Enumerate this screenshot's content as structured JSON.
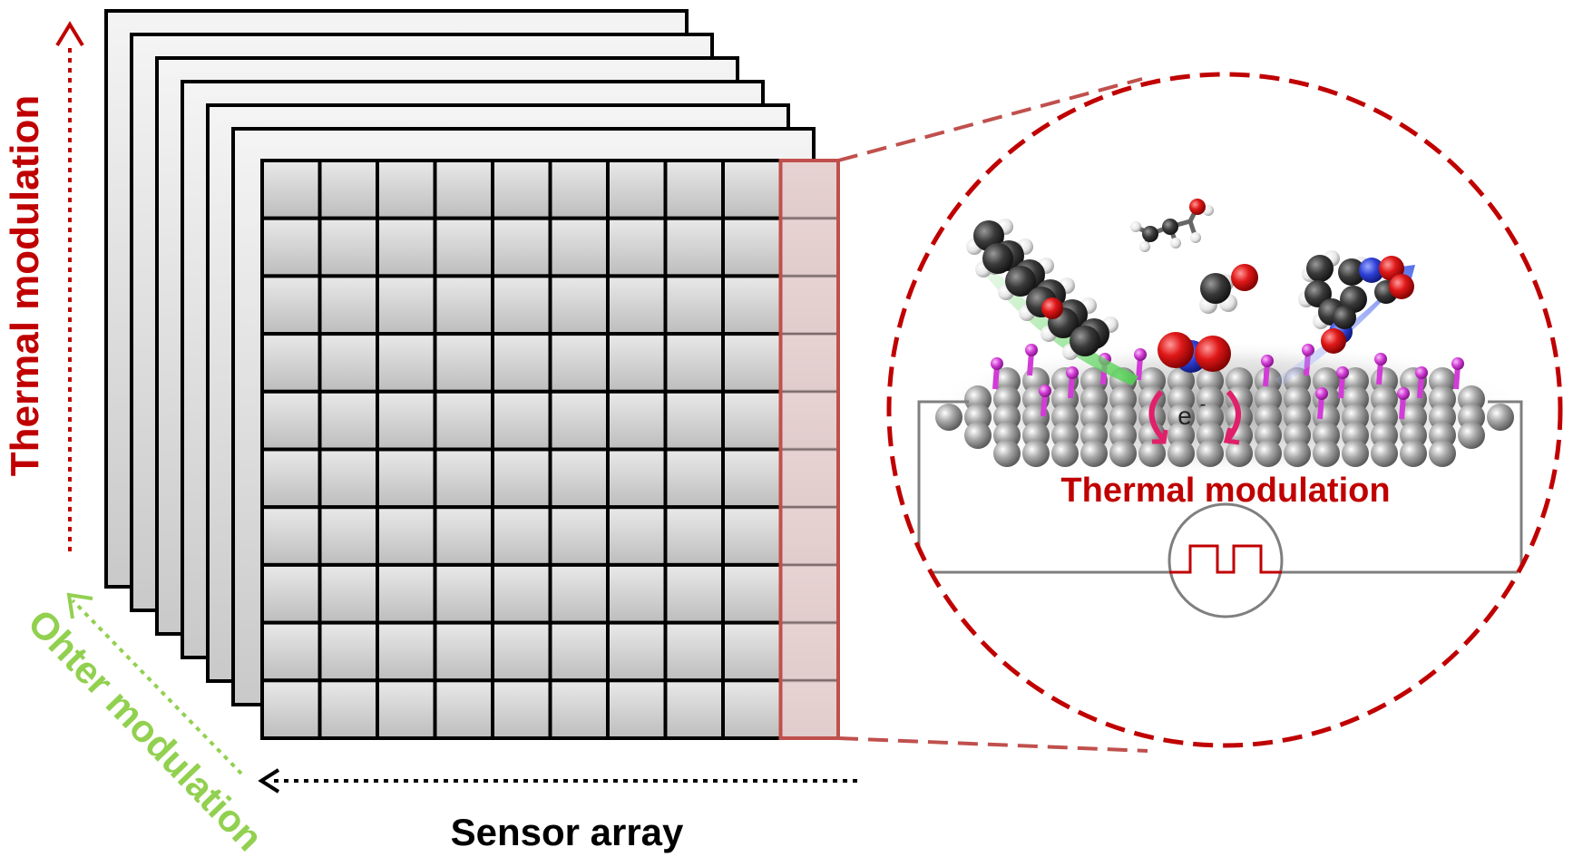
{
  "labels": {
    "y_axis": "Thermal modulation",
    "z_axis": "Ohter modulation",
    "x_axis": "Sensor array",
    "inset_title": "Thermal modulation",
    "electron": "e",
    "electron_sup": "-"
  },
  "grid": {
    "rows": 10,
    "cols": 10,
    "stack_layers": 6,
    "highlight_column": 10
  },
  "colors": {
    "thermal": "#c00000",
    "other": "#92d050",
    "axis_arrow": "#000000",
    "highlight": "#c0504d",
    "circuit": "#7f7f7f",
    "adsorbate_carbon": "#3a3a3a",
    "adsorbate_oxygen": "#d8101a",
    "adsorbate_nitrogen": "#2d3fd6",
    "dopant": "#d23cd6"
  }
}
